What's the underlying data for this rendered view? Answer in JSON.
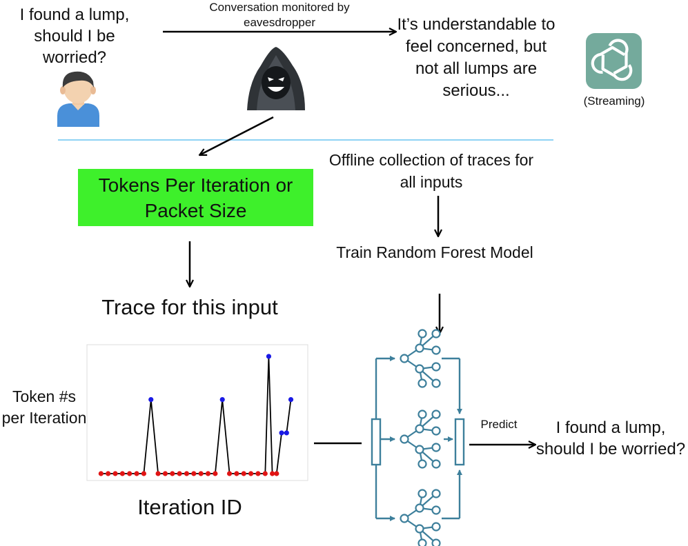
{
  "top": {
    "user_question": "I found a lump, should I be worried?",
    "monitor_label": "Conversation monitored by eavesdropper",
    "response_text": "It’s understandable to feel concerned, but not all lumps are serious...",
    "streaming_label": "(Streaming)"
  },
  "left": {
    "feature_box": "Tokens Per Iteration or Packet Size",
    "trace_title": "Trace for this input"
  },
  "right": {
    "offline_text": "Offline collection of traces for all inputs",
    "train_text": "Train Random Forest Model",
    "predict_label": "Predict",
    "predicted_output": "I found a lump, should I be worried?"
  },
  "chart_data": {
    "type": "scatter",
    "xlabel": "Iteration ID",
    "ylabel": "Token #s per Iteration",
    "connected": true,
    "xlim": [
      0,
      29
    ],
    "ylim": [
      0,
      10
    ],
    "points": [
      {
        "x": 1,
        "y": 0
      },
      {
        "x": 2,
        "y": 0
      },
      {
        "x": 3,
        "y": 0
      },
      {
        "x": 4,
        "y": 0
      },
      {
        "x": 5,
        "y": 0
      },
      {
        "x": 6,
        "y": 0
      },
      {
        "x": 7,
        "y": 0
      },
      {
        "x": 8,
        "y": 6
      },
      {
        "x": 9,
        "y": 0
      },
      {
        "x": 10,
        "y": 0
      },
      {
        "x": 11,
        "y": 0
      },
      {
        "x": 12,
        "y": 0
      },
      {
        "x": 13,
        "y": 0
      },
      {
        "x": 14,
        "y": 0
      },
      {
        "x": 15,
        "y": 0
      },
      {
        "x": 16,
        "y": 0
      },
      {
        "x": 17,
        "y": 0
      },
      {
        "x": 18,
        "y": 6
      },
      {
        "x": 19,
        "y": 0
      },
      {
        "x": 20,
        "y": 0
      },
      {
        "x": 21,
        "y": 0
      },
      {
        "x": 22,
        "y": 0
      },
      {
        "x": 23,
        "y": 0
      },
      {
        "x": 24,
        "y": 0
      },
      {
        "x": 24.5,
        "y": 9.5
      },
      {
        "x": 25,
        "y": 0
      },
      {
        "x": 25.6,
        "y": 0
      },
      {
        "x": 26.3,
        "y": 3.3
      },
      {
        "x": 27,
        "y": 3.3
      },
      {
        "x": 27.6,
        "y": 6
      }
    ],
    "colors": {
      "zero": "#e11414",
      "nonzero": "#1a1ae6"
    }
  },
  "colors": {
    "feature_box": "#3ef02b",
    "divider": "#8fd3f4",
    "model_icon_bg": "#74aa9c",
    "forest": "#3d7f9b"
  }
}
